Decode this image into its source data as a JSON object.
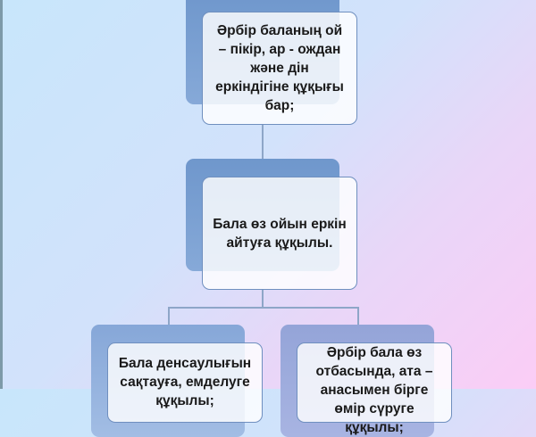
{
  "nodes": [
    {
      "text": "Әрбір баланың ой – пікір, ар - ождан және дін еркіндігіне құқығы бар;"
    },
    {
      "text": "Бала өз ойын еркін айтуға құқылы."
    },
    {
      "text": "Бала денсаулығын сақтауға, емделуге құқылы;"
    },
    {
      "text": "Әрбір бала өз отбасында, ата – анасымен бірге өмір сүруге құқылы;"
    }
  ]
}
